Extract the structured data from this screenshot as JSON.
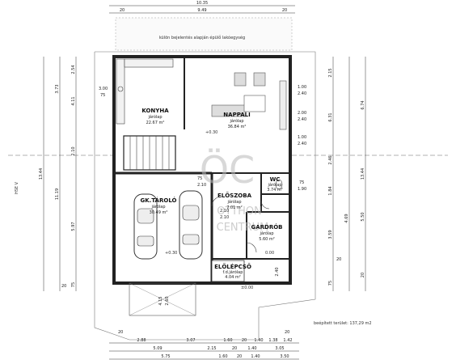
{
  "dims": {
    "top_total": "10.35",
    "top_row2": [
      "20",
      "9.49",
      "20"
    ],
    "bottom_row1": [
      "2.88",
      "3.07",
      "1.60",
      "20",
      "1.40",
      "1.38",
      "1.42"
    ],
    "bottom_row2": [
      "5.09",
      "2.15",
      "20",
      "1.40",
      "3.05"
    ],
    "bottom_row3": [
      "5.75",
      "1.60",
      "20",
      "1.40",
      "3.50"
    ],
    "left_outer": [
      "13.44"
    ],
    "left_inner": [
      "2.54",
      "4.11",
      "2.10",
      "5.97",
      "75"
    ],
    "left_inner2": [
      "3.73",
      "11.19"
    ],
    "right_inner": [
      "2.15",
      "6.31",
      "2.46",
      "1.84",
      "3.59",
      "4.69",
      "75"
    ],
    "right_outer": [
      "6.74",
      "13.44",
      "5.50",
      "20"
    ],
    "openings": [
      "1.00",
      "2.40",
      "2.00",
      "2.40",
      "1.00",
      "2.40",
      "75",
      "1.90",
      "75",
      "2.10",
      "2.10",
      "2.10"
    ],
    "small_misc": [
      "3.00",
      "75",
      "4.15",
      "2.60",
      "2.40",
      "20",
      "20",
      "20",
      "20"
    ]
  },
  "labels": {
    "separate_building": "külön bejelentés alapján épülő lakóegység",
    "north_mark": "HSE V",
    "built_area": "beépített terület: 137,29 m2",
    "level_pos": "+0.30",
    "level_zero": "0.00",
    "level_neg": "±0.00",
    "level_garage": "+0.30"
  },
  "rooms": [
    {
      "name": "KONYHA",
      "floor": "járólap",
      "area": "22.67 m²"
    },
    {
      "name": "NAPPALI",
      "floor": "járólap",
      "area": "36.84 m²"
    },
    {
      "name": "GK.TÁROLÓ",
      "floor": "járólap",
      "area": "30.49 m²"
    },
    {
      "name": "ELŐSZOBA",
      "floor": "járólap",
      "area": "7.01 m²"
    },
    {
      "name": "WC",
      "floor": "járólap",
      "area": "3.74 m²"
    },
    {
      "name": "GARDRÓB",
      "floor": "járólap",
      "area": "5.60 m²"
    },
    {
      "name": "ELŐLÉPCSŐ",
      "floor": "f.d.járólap",
      "area": "4.04 m²"
    }
  ],
  "watermark": {
    "line1": "ÖC",
    "line2": "OTTHON",
    "line3": "CENTRUM"
  }
}
